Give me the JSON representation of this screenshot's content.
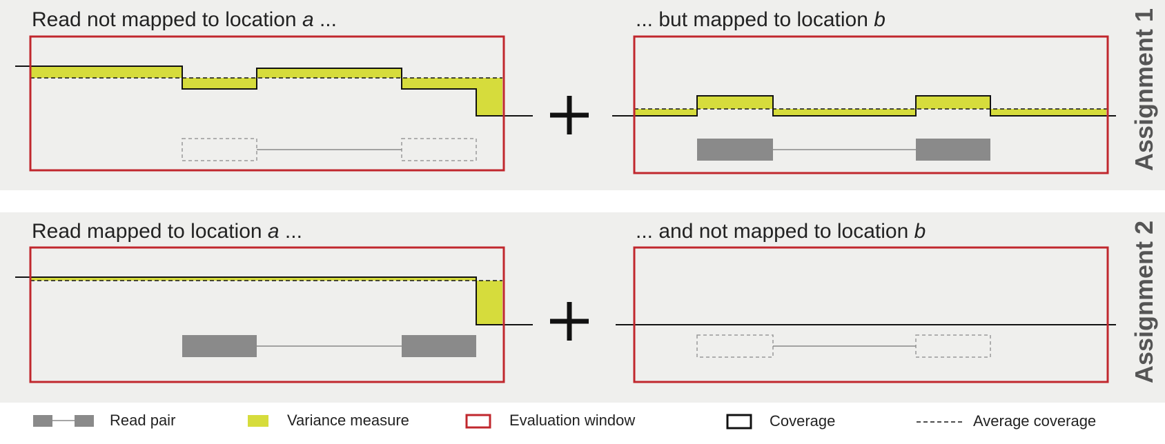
{
  "assignment1": {
    "side_label": "Assignment 1",
    "left_title": {
      "pre": "Read not mapped to location ",
      "loc": "a",
      "post": " ..."
    },
    "right_title": {
      "pre": "... but mapped to location ",
      "loc": "b",
      "post": ""
    }
  },
  "assignment2": {
    "side_label": "Assignment 2",
    "left_title": {
      "pre": "Read mapped to location ",
      "loc": "a",
      "post": " ..."
    },
    "right_title": {
      "pre": "... and not mapped to location ",
      "loc": "b",
      "post": ""
    }
  },
  "plus_symbol": "+",
  "legend": {
    "read_pair": "Read pair",
    "variance": "Variance measure",
    "window": "Evaluation window",
    "coverage": "Coverage",
    "avg_coverage": "Average coverage"
  },
  "colors": {
    "variance": "#d6dc3c",
    "window": "#c0272d",
    "read": "#8a8a8a",
    "panel_bg": "#efefed",
    "line": "#111111"
  }
}
